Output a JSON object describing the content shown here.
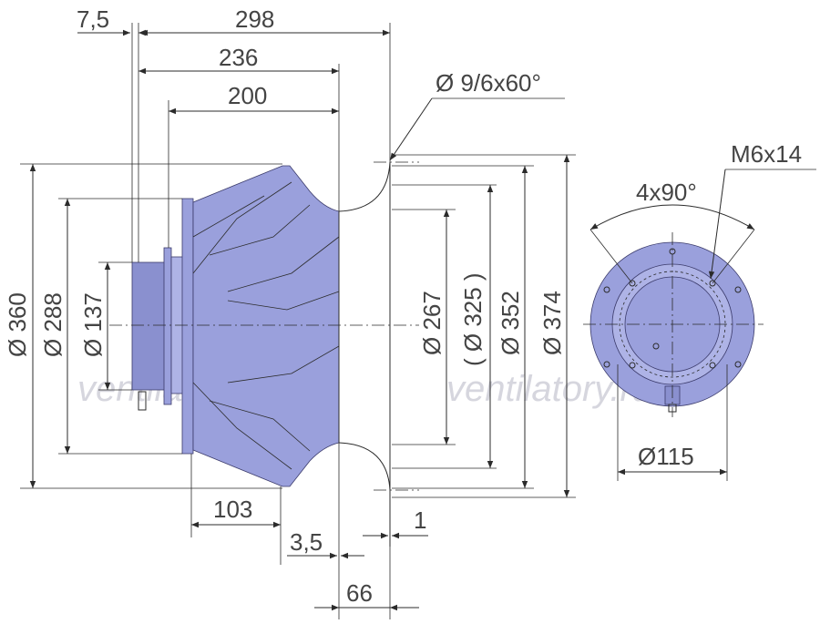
{
  "dimensions": {
    "d_7_5": "7,5",
    "d_298": "298",
    "d_236": "236",
    "d_200": "200",
    "d_hole": "Ø 9/6x60°",
    "d_m6": "M6x14",
    "d_4x90": "4x90°",
    "d_360": "Ø 360",
    "d_288": "Ø 288",
    "d_137": "Ø 137",
    "d_267": "Ø 267",
    "d_325": "( Ø 325 )",
    "d_352": "Ø 352",
    "d_374": "Ø 374",
    "d_115": "Ø115",
    "d_103": "103",
    "d_3_5": "3,5",
    "d_1": "1",
    "d_66": "66"
  },
  "watermarks": {
    "left": "ventilatory.ru",
    "right": "ventilatory.ru"
  },
  "colors": {
    "fan_body": "#9aa0dc",
    "lines": "#2b2b2b",
    "text": "#444444",
    "watermark": "#d6d6de"
  }
}
